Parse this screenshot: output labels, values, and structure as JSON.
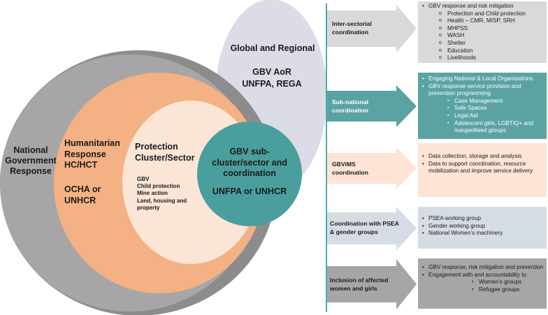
{
  "circles": {
    "national": "National Government Response",
    "humanitarian_title": "Humanitarian Response HC/HCT",
    "humanitarian_lead": "OCHA or UNHCR",
    "protection_title": "Protection Cluster/Sector",
    "protection_items": [
      "GBV",
      "Child protection",
      "Mine action",
      "Land, housing and property"
    ],
    "global_title": "Global and Regional",
    "global_lead": "GBV AoR UNFPA, REGA",
    "gbv_title": "GBV sub-cluster/sector and coordination",
    "gbv_lead": "UNFPA or UNHCR"
  },
  "rows": [
    {
      "arrow": "Inter-sectorial coordination",
      "items": [
        {
          "level": 1,
          "text": "GBV response and risk mitigation"
        },
        {
          "level": 2,
          "text": "Protection and Child protection"
        },
        {
          "level": 2,
          "text": "Health – CMR, MISP, SRH"
        },
        {
          "level": 2,
          "text": "MHPSS"
        },
        {
          "level": 2,
          "text": "WASH"
        },
        {
          "level": 2,
          "text": "Shelter"
        },
        {
          "level": 2,
          "text": "Education"
        },
        {
          "level": 2,
          "text": "Livelihoods"
        }
      ]
    },
    {
      "arrow": "Sub-national coordination",
      "items": [
        {
          "level": 1,
          "text": "Engaging National & Local Organisations"
        },
        {
          "level": 1,
          "text": "GBV response service provision and prevention programming"
        },
        {
          "level": 3,
          "text": "Case Management"
        },
        {
          "level": 3,
          "text": "Safe Spaces"
        },
        {
          "level": 3,
          "text": "Legal Aid"
        },
        {
          "level": 3,
          "text": "Adolescent girls, LGBTIQ+ and marganilised groups"
        }
      ]
    },
    {
      "arrow": "GBViMS coordination",
      "items": [
        {
          "level": 1,
          "text": "Data collection, storage and analysis"
        },
        {
          "level": 1,
          "text": "Data to support coordination, resource mobilization and improve service delivery"
        }
      ]
    },
    {
      "arrow": "Coordination with PSEA & gender groups",
      "items": [
        {
          "level": 1,
          "text": "PSEA working group"
        },
        {
          "level": 1,
          "text": "Gender working group"
        },
        {
          "level": 1,
          "text": "National Women’s machinery"
        }
      ]
    },
    {
      "arrow": "Inclusion of affected women and girls",
      "items": [
        {
          "level": 1,
          "text": "GBV response, risk mitigation and prevention"
        },
        {
          "level": 1,
          "text": "Engagement with and accountability to"
        },
        {
          "level": 4,
          "text": "Women’s groups"
        },
        {
          "level": 4,
          "text": "Refugee groups"
        }
      ]
    }
  ],
  "colors": {
    "national": "#a6a6a6",
    "national_shadow": "#8c8c8c",
    "humanitarian": "#f4b183",
    "protection": "#fbe5d6",
    "global": "#dcdce6",
    "gbv": "#4b9e9e",
    "divider": "#4bacac",
    "row1": "#d9d9d9",
    "row2": "#5ba3a3",
    "row3": "#fde4d4",
    "row4": "#d6dce4",
    "row5": "#a6a6a6"
  }
}
